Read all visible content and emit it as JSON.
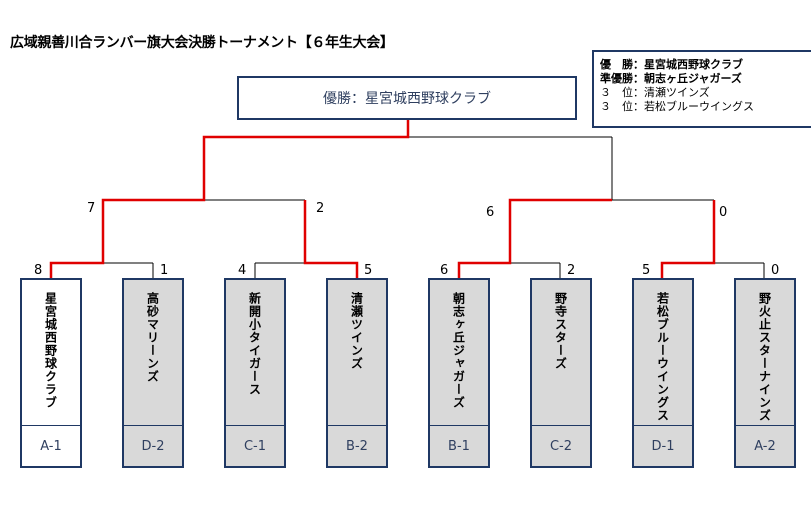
{
  "title": "広域親善川合ランバー旗大会決勝トーナメント【６年生大会】",
  "results": [
    {
      "label": "優　勝：星宮城西野球クラブ",
      "bold": true
    },
    {
      "label": "準優勝：朝志ヶ丘ジャガーズ",
      "bold": true
    },
    {
      "label": "３　位：清瀬ツインズ",
      "bold": false
    },
    {
      "label": "３　位：若松ブルーウイングス",
      "bold": false
    }
  ],
  "winner_label": "優勝：星宮城西野球クラブ",
  "colors": {
    "win_line": "#e00000",
    "line": "#000000",
    "border": "#1f3864",
    "team_bg": "#d9d9d9"
  },
  "semifinal_scores": [
    "7",
    "2",
    "6",
    "0"
  ],
  "teams": [
    {
      "name": "星宮城西野球クラブ",
      "seed": "A-1",
      "score": "8",
      "winner": true
    },
    {
      "name": "高砂マリーンズ",
      "seed": "D-2",
      "score": "1",
      "winner": false
    },
    {
      "name": "新開小タイガース",
      "seed": "C-1",
      "score": "4",
      "winner": false
    },
    {
      "name": "清瀬ツインズ",
      "seed": "B-2",
      "score": "5",
      "winner": true
    },
    {
      "name": "朝志ヶ丘ジャガーズ",
      "seed": "B-1",
      "score": "6",
      "winner": true
    },
    {
      "name": "野寺スターズ",
      "seed": "C-2",
      "score": "2",
      "winner": false
    },
    {
      "name": "若松ブルーウイングス",
      "seed": "D-1",
      "score": "5",
      "winner": true
    },
    {
      "name": "野火止スターナインズ",
      "seed": "A-2",
      "score": "0",
      "winner": false
    }
  ]
}
